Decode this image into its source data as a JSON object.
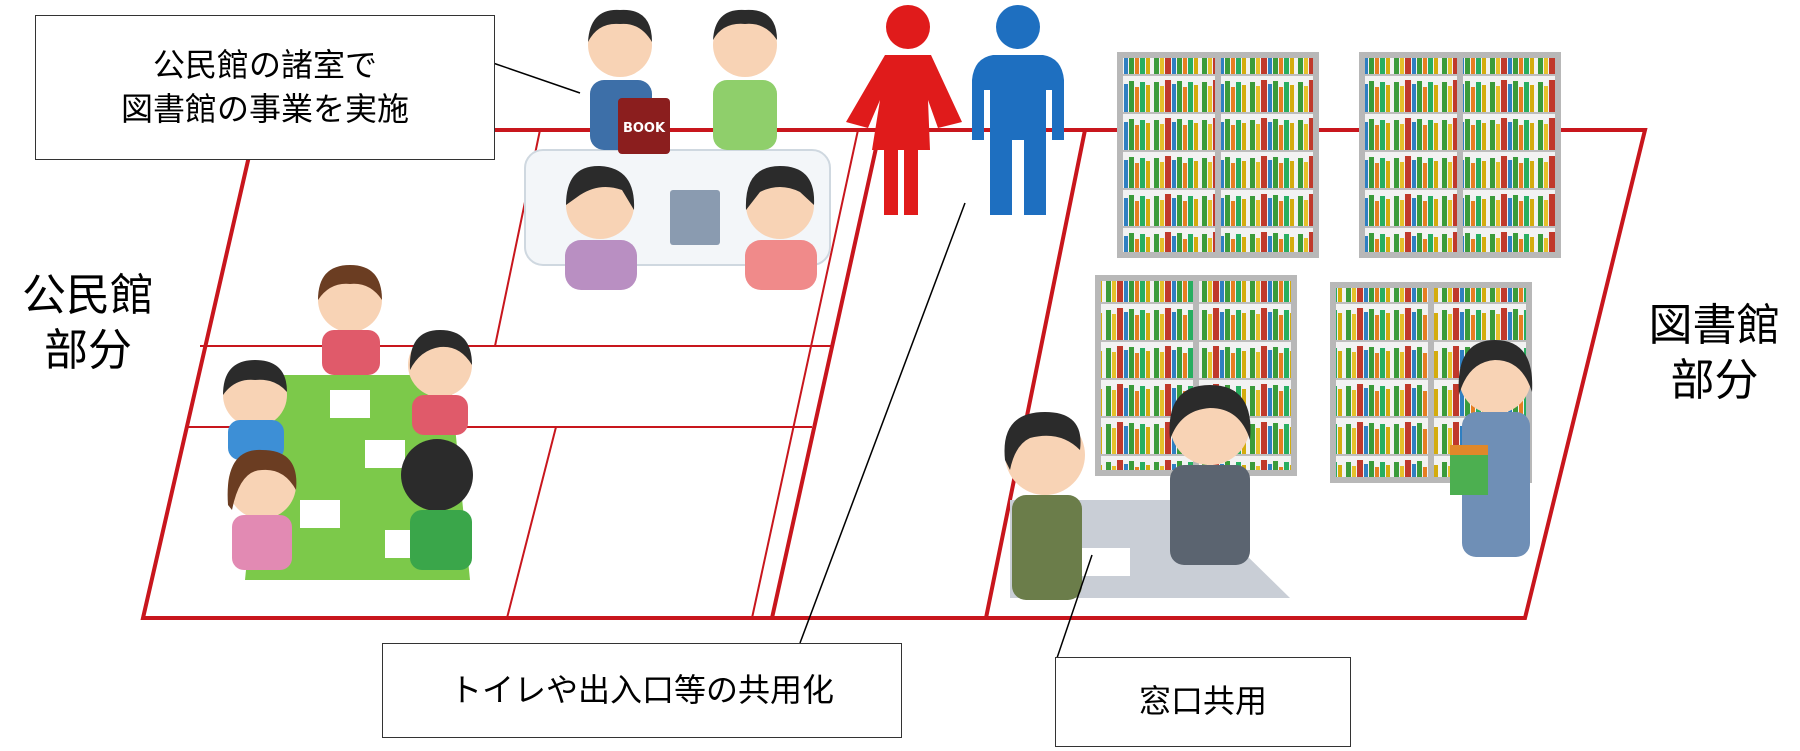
{
  "callouts": {
    "events": {
      "line1": "公民館の諸室で",
      "line2": "図書館の事業を実施"
    },
    "shared_facilities": "トイレや出入口等の共用化",
    "shared_counter": "窓口共用"
  },
  "labels": {
    "community_center": {
      "line1": "公民館",
      "line2": "部分"
    },
    "library": {
      "line1": "図書館",
      "line2": "部分"
    }
  },
  "illustration": {
    "book_label": "BOOK"
  },
  "colors": {
    "floor_outline": "#c8161d",
    "restroom_female": "#e01b1b",
    "restroom_male": "#1e6fc0",
    "meeting_table": "#7cc94a",
    "shelf_frame": "#cfcfcf"
  }
}
